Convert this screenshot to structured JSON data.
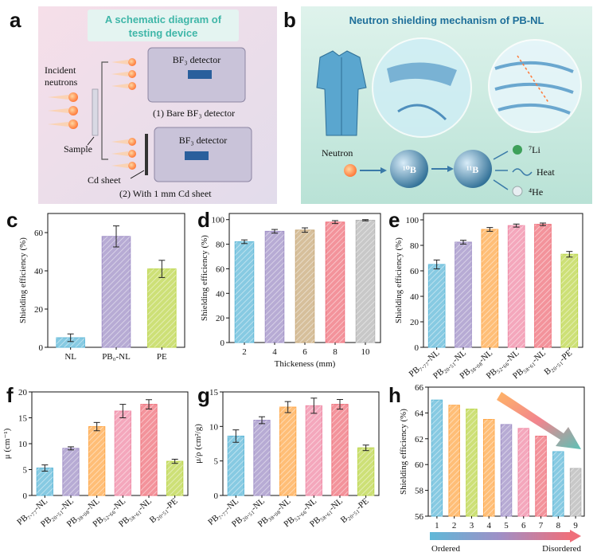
{
  "panel_letters": [
    "a",
    "b",
    "c",
    "d",
    "e",
    "f",
    "g",
    "h"
  ],
  "schematic_a": {
    "title_line1": "A schematic diagram of",
    "title_line2": "testing device",
    "incident_line1": "Incident",
    "incident_line2": "neutrons",
    "sample_label": "Sample",
    "cd_sheet_label": "Cd sheet",
    "detector_label": "BF₃ detector",
    "caption1": "(1) Bare BF₃ detector",
    "caption2": "(2)  With 1 mm Cd sheet"
  },
  "schematic_b": {
    "title": "Neutron shielding mechanism of PB-NL",
    "neutron_label": "Neutron",
    "b10_label": "¹⁰B",
    "b11_label": "¹¹B",
    "li_label": "⁷Li",
    "heat_label": "Heat",
    "he_label": "⁴He"
  },
  "colors": {
    "blue": "#5fb8d8",
    "purple": "#9f8fc6",
    "green": "#bcd64a",
    "tan": "#c8a97a",
    "orange": "#ffa84a",
    "red": "#ef6f7a",
    "pink": "#f08aa6",
    "gray": "#b5b5b5"
  },
  "chart_data": [
    {
      "id": "c",
      "type": "bar",
      "ylabel": "Shielding efficiency (%)",
      "categories": [
        "NL",
        "PB₀-NL",
        "PE"
      ],
      "values": [
        5,
        58,
        41
      ],
      "errors": [
        2,
        5.5,
        4.5
      ],
      "ylim": [
        0,
        70
      ],
      "yticks": [
        0,
        20,
        40,
        60
      ],
      "bar_colors": [
        "#5fb8d8",
        "#9f8fc6",
        "#bcd64a"
      ]
    },
    {
      "id": "d",
      "type": "bar",
      "ylabel": "Shielding efficiency (%)",
      "xlabel": "Thickeness (mm)",
      "categories": [
        "2",
        "4",
        "6",
        "8",
        "10"
      ],
      "values": [
        82,
        90.5,
        91.5,
        98,
        99.5
      ],
      "errors": [
        1.5,
        1.5,
        1.8,
        1.2,
        0.5
      ],
      "ylim": [
        0,
        105
      ],
      "yticks": [
        0,
        20,
        40,
        60,
        80,
        100
      ],
      "bar_colors": [
        "#5fb8d8",
        "#9f8fc6",
        "#c8a97a",
        "#ef6f7a",
        "#b5b5b5"
      ]
    },
    {
      "id": "e",
      "type": "bar",
      "ylabel": "Shielding efficiency (%)",
      "categories": [
        "PB₇.₇₇-NL",
        "PB₂₀.₅₁-NL",
        "PB₃₈.₀₈-NL",
        "PB₅₂.₆₆-NL",
        "PB₅₈.₆₁-NL",
        "B₂₀.₅₁-PE"
      ],
      "values": [
        65,
        82.5,
        92.5,
        95.5,
        96.5,
        73
      ],
      "errors": [
        3.5,
        1.5,
        1.5,
        1.2,
        1,
        2.2
      ],
      "ylim": [
        0,
        105
      ],
      "yticks": [
        0,
        20,
        40,
        60,
        80,
        100
      ],
      "bar_colors": [
        "#5fb8d8",
        "#9f8fc6",
        "#ffa84a",
        "#f08aa6",
        "#ef6f7a",
        "#bcd64a"
      ]
    },
    {
      "id": "f",
      "type": "bar",
      "ylabel": "μ (cm⁻¹)",
      "categories": [
        "PB₇.₇₇-NL",
        "PB₂₀.₅₁-NL",
        "PB₃₈.₀₈-NL",
        "PB₅₂.₆₆-NL",
        "PB₅₈.₆₁-NL",
        "B₂₀.₅₁-PE"
      ],
      "values": [
        5.3,
        9.1,
        13.3,
        16.3,
        17.6,
        6.6
      ],
      "errors": [
        0.6,
        0.3,
        0.8,
        1.3,
        0.9,
        0.4
      ],
      "ylim": [
        0,
        20
      ],
      "yticks": [
        0,
        5,
        10,
        15,
        20
      ],
      "bar_colors": [
        "#5fb8d8",
        "#9f8fc6",
        "#ffa84a",
        "#f08aa6",
        "#ef6f7a",
        "#bcd64a"
      ]
    },
    {
      "id": "g",
      "type": "bar",
      "ylabel": "μ/ρ (cm²/g)",
      "categories": [
        "PB₇.₇₇-NL",
        "PB₂₀.₅₁-NL",
        "PB₃₈.₀₈-NL",
        "PB₅₂.₆₆-NL",
        "PB₅₈.₆₁-NL",
        "B₂₀.₅₁-PE"
      ],
      "values": [
        8.6,
        10.9,
        12.8,
        13.0,
        13.2,
        6.9
      ],
      "errors": [
        0.9,
        0.5,
        0.8,
        1.1,
        0.7,
        0.4
      ],
      "ylim": [
        0,
        15
      ],
      "yticks": [
        0,
        5,
        10,
        15
      ],
      "bar_colors": [
        "#5fb8d8",
        "#9f8fc6",
        "#ffa84a",
        "#f08aa6",
        "#ef6f7a",
        "#bcd64a"
      ]
    },
    {
      "id": "h",
      "type": "bar",
      "ylabel": "Shielding efficiency (%)",
      "categories": [
        "1",
        "2",
        "3",
        "4",
        "5",
        "6",
        "7",
        "8",
        "9"
      ],
      "values": [
        65,
        64.6,
        64.3,
        63.5,
        63.1,
        62.8,
        62.2,
        61,
        59.7
      ],
      "ylim": [
        56,
        66
      ],
      "yticks": [
        56,
        58,
        60,
        62,
        64,
        66
      ],
      "bar_colors": [
        "#5fb8d8",
        "#ffa84a",
        "#bcd64a",
        "#ffa84a",
        "#9f8fc6",
        "#f08aa6",
        "#ef6f7a",
        "#5fb8d8",
        "#b5b5b5"
      ],
      "gradient_left": "Ordered",
      "gradient_right": "Disordered"
    }
  ]
}
